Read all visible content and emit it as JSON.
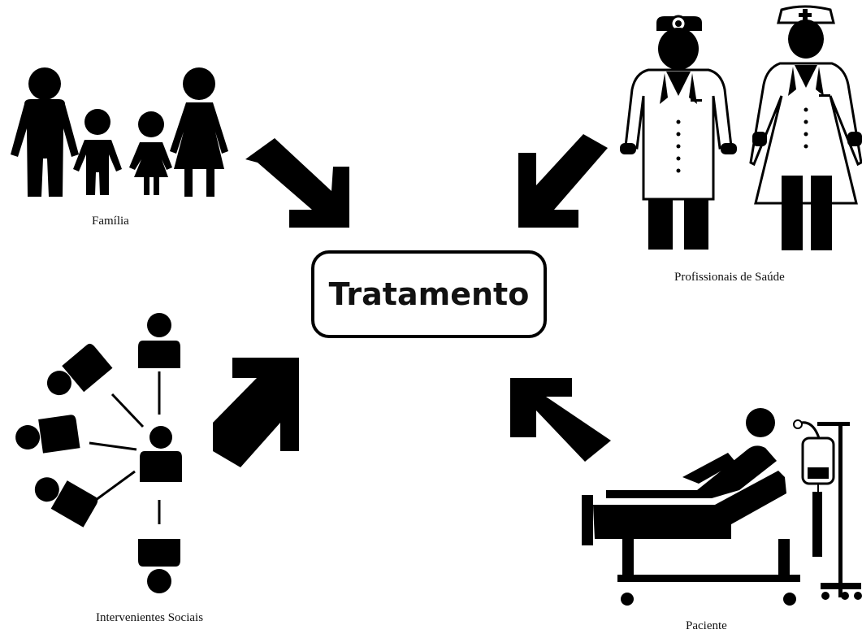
{
  "diagram": {
    "center": {
      "label": "Tratamento"
    },
    "groups": [
      {
        "id": "familia",
        "label": "Família",
        "icon": "family-icon"
      },
      {
        "id": "profissionais",
        "label": "Profissionais de Saúde",
        "icon": "doctor-nurse-icon"
      },
      {
        "id": "intervenientes",
        "label": "Intervenientes Sociais",
        "icon": "social-network-icon"
      },
      {
        "id": "paciente",
        "label": "Paciente",
        "icon": "patient-bed-icon"
      }
    ],
    "arrows": [
      {
        "from": "familia",
        "to": "center",
        "icon": "arrow-down-right-icon"
      },
      {
        "from": "profissionais",
        "to": "center",
        "icon": "arrow-down-left-icon"
      },
      {
        "from": "intervenientes",
        "to": "center",
        "icon": "arrow-up-right-icon"
      },
      {
        "from": "paciente",
        "to": "center",
        "icon": "arrow-up-left-icon"
      }
    ],
    "colors": {
      "ink": "#000000",
      "background": "#ffffff"
    }
  }
}
